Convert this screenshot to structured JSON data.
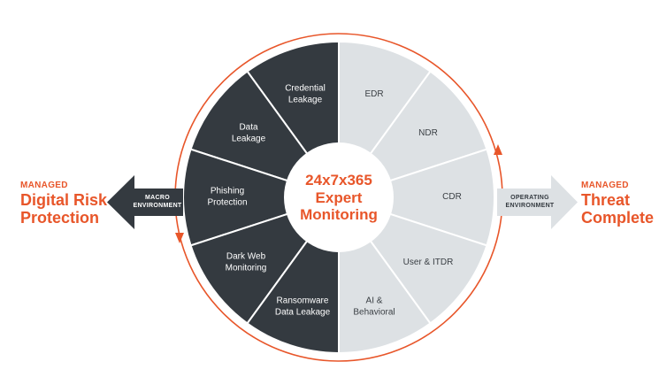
{
  "center": {
    "lines": [
      "24x7x365",
      "Expert",
      "Monitoring"
    ]
  },
  "left": {
    "kicker": "MANAGED",
    "title_lines": [
      "Digital Risk",
      "Protection"
    ],
    "arrow_lines": [
      "MACRO",
      "ENVIRONMENT"
    ]
  },
  "right": {
    "kicker": "MANAGED",
    "title_lines": [
      "Threat",
      "Complete"
    ],
    "arrow_lines": [
      "OPERATING",
      "ENVIRONMENT"
    ]
  },
  "dark_segments": [
    {
      "lines": [
        "Credential",
        "Leakage"
      ]
    },
    {
      "lines": [
        "Data",
        "Leakage"
      ]
    },
    {
      "lines": [
        "Phishing",
        "Protection"
      ]
    },
    {
      "lines": [
        "Dark Web",
        "Monitoring"
      ]
    },
    {
      "lines": [
        "Ransomware",
        "Data Leakage"
      ]
    }
  ],
  "light_segments": [
    {
      "lines": [
        "EDR"
      ]
    },
    {
      "lines": [
        "NDR"
      ]
    },
    {
      "lines": [
        "CDR"
      ]
    },
    {
      "lines": [
        "User & ITDR"
      ]
    },
    {
      "lines": [
        "AI &",
        "Behavioral"
      ]
    }
  ],
  "colors": {
    "accent": "#e8562a",
    "dark": "#343a40",
    "light": "#dde1e4"
  }
}
